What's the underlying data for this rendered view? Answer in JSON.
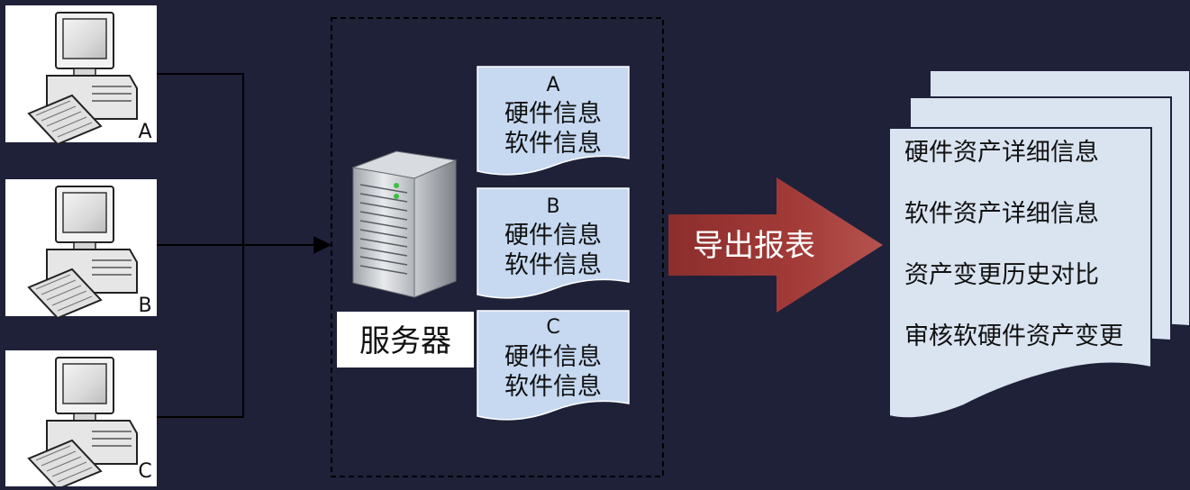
{
  "computers": [
    {
      "label": "A"
    },
    {
      "label": "B"
    },
    {
      "label": "C"
    }
  ],
  "server": {
    "label": "服务器"
  },
  "server_docs": [
    {
      "id": "A",
      "line1": "硬件信息",
      "line2": "软件信息"
    },
    {
      "id": "B",
      "line1": "硬件信息",
      "line2": "软件信息"
    },
    {
      "id": "C",
      "line1": "硬件信息",
      "line2": "软件信息"
    }
  ],
  "arrow": {
    "label": "导出报表"
  },
  "report": {
    "items": [
      "硬件资产详细信息",
      "软件资产详细信息",
      "资产变更历史对比",
      "审核软硬件资产变更"
    ]
  },
  "colors": {
    "background": "#1f2139",
    "doc_fill": "#c6d9f1",
    "report_fill": "#dae4f0",
    "arrow": "#943634"
  }
}
